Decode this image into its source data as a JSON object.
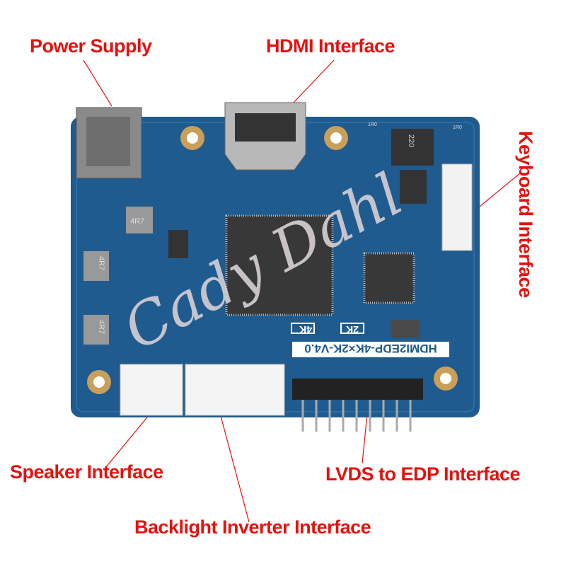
{
  "labels": {
    "power_supply": "Power Supply",
    "hdmi": "HDMI Interface",
    "keyboard": "Keyboard Interface",
    "speaker": "Speaker Interface",
    "backlight": "Backlight Inverter Interface",
    "lvds_edp": "LVDS to EDP  Interface"
  },
  "board": {
    "model": "HDMI2EDP-4K×2K-V4.0",
    "opt_2k": "2K",
    "opt_4k": "4K",
    "inductor_a": "4R7",
    "inductor_b": "4R7",
    "inductor_c": "4R7",
    "inductor_d": "220",
    "resistor_a": "1R0",
    "resistor_b": "1R0"
  },
  "watermark": "Cady Dahl",
  "colors": {
    "label": "#e3120f",
    "board": "#1f5b8e"
  }
}
